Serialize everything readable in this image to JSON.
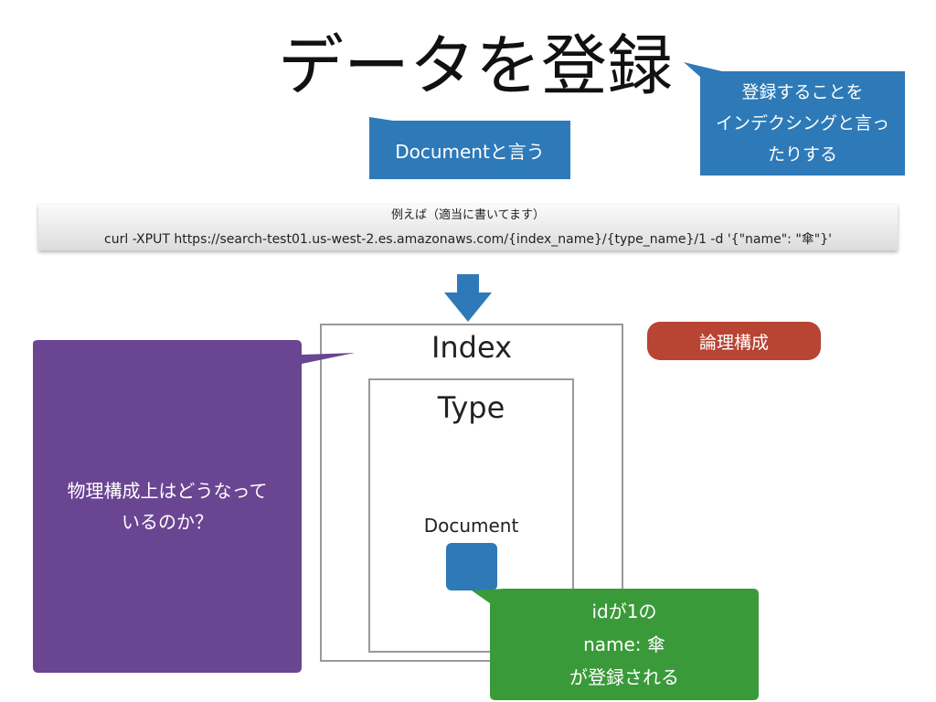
{
  "slide": {
    "title": "データを登録",
    "callouts": {
      "document": "Documentと言う",
      "indexing": "登録することを\nインデクシングと言っ\nたりする",
      "physical": "物理構成上はどうなって\nいるのか？",
      "result": "idが1の\nname: 傘\nが登録される"
    },
    "command": {
      "caption": "例えば（適当に書いてます）",
      "line": "curl -XPUT https://search-test01.us-west-2.es.amazonaws.com/{index_name}/{type_name}/1 -d '{\"name\": \"傘\"}'"
    },
    "boxes": {
      "index": "Index",
      "type": "Type",
      "document": "Document"
    },
    "badge": "論理構成",
    "colors": {
      "callout_blue": "#2e7ab8",
      "purple": "#6a4592",
      "green": "#3a9a3a",
      "badge_red": "#b84434",
      "arrow_blue": "#2e7ab8"
    }
  }
}
